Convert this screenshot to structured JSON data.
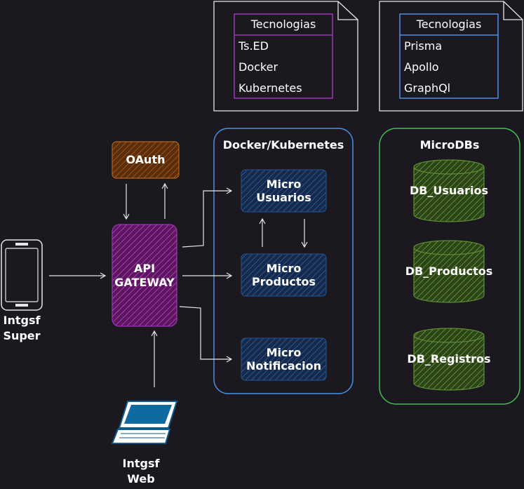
{
  "colors": {
    "background": "#1b1820",
    "purple": "#9c36b5",
    "blue": "#4a90e2",
    "green": "#40c057",
    "brown": "#b5651d",
    "micro_fill": "#1e3a66",
    "db_fill": "#4e7a2a",
    "gateway_fill": "#6a1b6e",
    "oauth_fill": "#8a4a14"
  },
  "tech_purple": {
    "title": "Tecnologias",
    "items": [
      "Ts.ED",
      "Docker",
      "Kubernetes"
    ]
  },
  "tech_blue": {
    "title": "Tecnologias",
    "items": [
      "Prisma",
      "Apollo",
      "GraphQl"
    ]
  },
  "nodes": {
    "oauth": "OAuth",
    "gateway_line1": "API",
    "gateway_line2": "GATEWAY",
    "micro_usuarios_line1": "Micro",
    "micro_usuarios_line2": "Usuarios",
    "micro_productos_line1": "Micro",
    "micro_productos_line2": "Productos",
    "micro_notificacion_line1": "Micro",
    "micro_notificacion_line2": "Notificacion"
  },
  "groups": {
    "docker": "Docker/Kubernetes",
    "microdbs": "MicroDBs"
  },
  "databases": [
    "DB_Usuarios",
    "DB_Productos",
    "DB_Registros"
  ],
  "clients": {
    "mobile_line1": "Intgsf",
    "mobile_line2": "Super",
    "web_line1": "Intgsf",
    "web_line2": "Web"
  }
}
